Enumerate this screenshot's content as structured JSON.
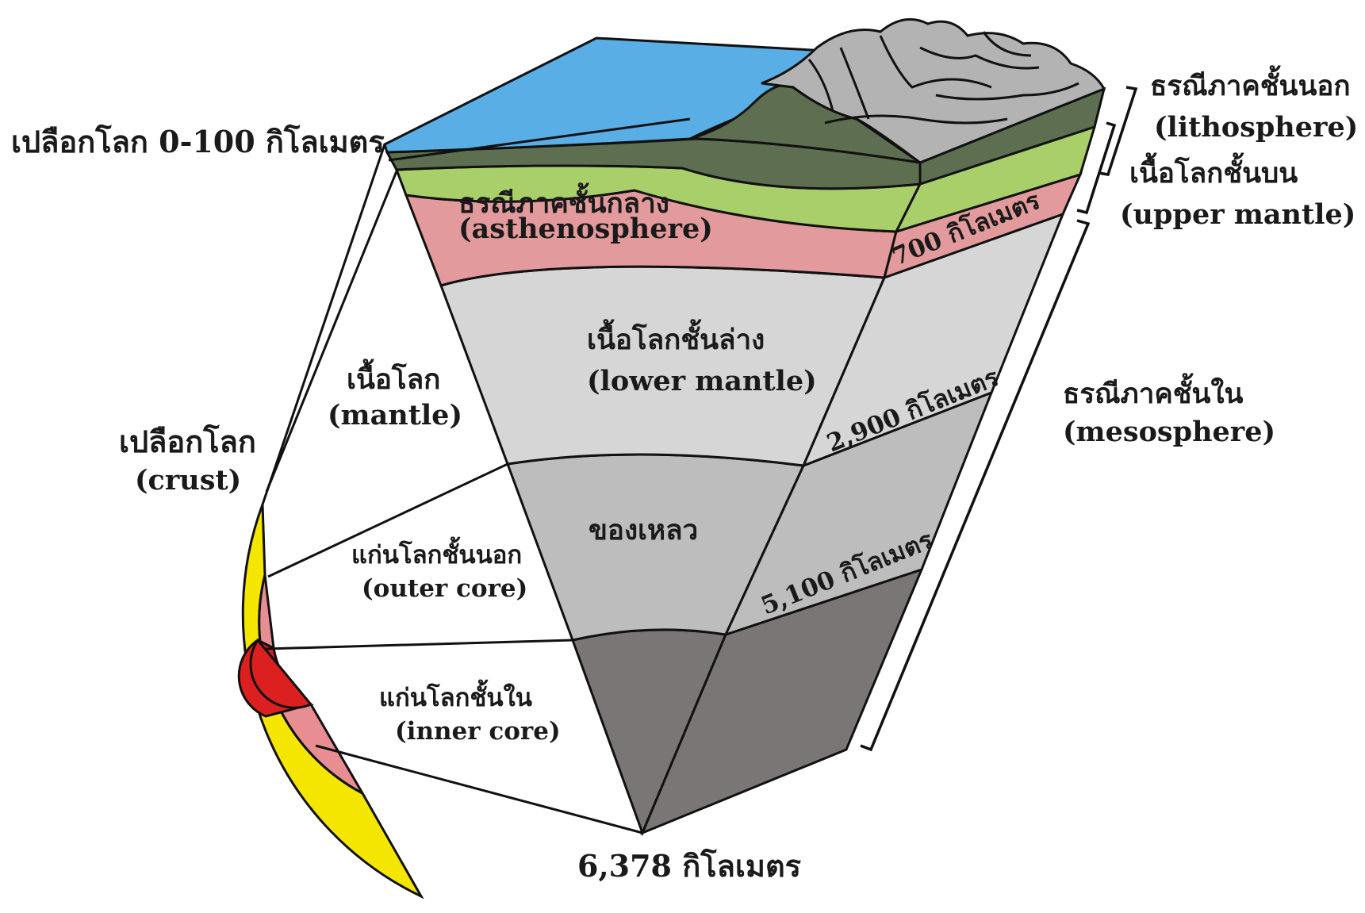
{
  "labels": {
    "crust_depth": "เปลือกโลก 0-100 กิโลเมตร",
    "lithosphere_th": "ธรณีภาคชั้นนอก",
    "lithosphere_en": "(lithosphere)",
    "upper_mantle_th": "เนื้อโลกชั้นบน",
    "upper_mantle_en": "(upper mantle)",
    "asthenosphere_th": "ธรณีภาคชั้นกลาง",
    "asthenosphere_en": "(asthenosphere)",
    "depth_700": "700 กิโลเมตร",
    "lower_mantle_th": "เนื้อโลกชั้นล่าง",
    "lower_mantle_en": "(lower mantle)",
    "mantle_th": "เนื้อโลก",
    "mantle_en": "(mantle)",
    "depth_2900": "2,900 กิโลเมตร",
    "mesosphere_th": "ธรณีภาคชั้นใน",
    "mesosphere_en": "(mesosphere)",
    "crust_th": "เปลือกโลก",
    "crust_en": "(crust)",
    "liquid_th": "ของเหลว",
    "outer_core_th": "แก่นโลกชั้นนอก",
    "outer_core_en": "(outer core)",
    "depth_5100": "5,100 กิโลเมตร",
    "inner_core_th": "แก่นโลกชั้นใน",
    "inner_core_en": "(inner core)",
    "depth_6378": "6,378 กิโลเมตร"
  },
  "colors": {
    "ocean": "#5aaee6",
    "lithosphere": "#5e6e50",
    "upper_mantle": "#a9cf6a",
    "asthenosphere": "#e39a9c",
    "lower_mantle": "#d6d6d6",
    "outer_core_band": "#bdbdbd",
    "inner_core_band": "#7a7676",
    "mountains": "#b3b3b3",
    "crust_ring": "#f5e600",
    "mantle_ring": "#e88e92",
    "core_ring": "#dc1f1f"
  }
}
